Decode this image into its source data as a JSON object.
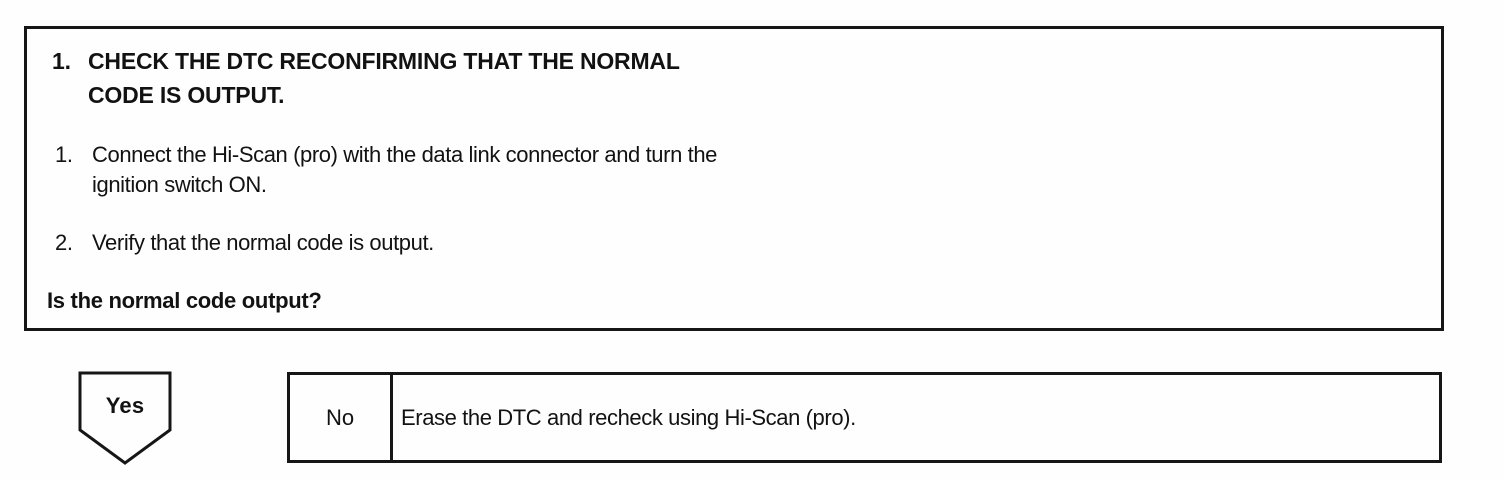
{
  "colors": {
    "ink": "#161616",
    "paper": "#fefefe"
  },
  "procedure": {
    "heading": {
      "number": "1.",
      "lines": [
        "CHECK THE DTC RECONFIRMING THAT THE NORMAL",
        "CODE IS OUTPUT."
      ]
    },
    "steps": [
      {
        "number": "1.",
        "lines": [
          "Connect the Hi-Scan (pro) with the data link connector and turn the",
          "ignition switch ON."
        ]
      },
      {
        "number": "2.",
        "lines": [
          "Verify that the normal code is output."
        ]
      }
    ],
    "question": "Is the normal code output?"
  },
  "decision": {
    "yes_label": "Yes",
    "no_label": "No",
    "no_action": "Erase the DTC and recheck using Hi-Scan (pro)."
  }
}
